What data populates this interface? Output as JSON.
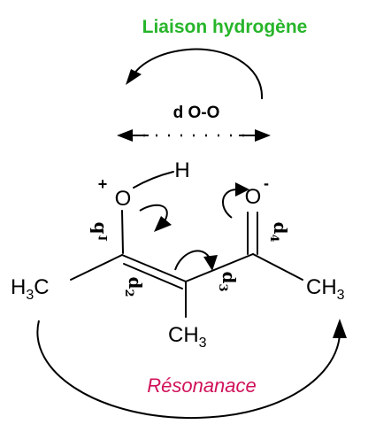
{
  "title": "Liaison hydrogène",
  "distance_label": "d O-O",
  "resonance_label": "Résonanace",
  "atoms": {
    "hydrogen": "H",
    "oxygen_left": "O",
    "oxygen_right": "O",
    "charge_plus": "+",
    "charge_minus": "-",
    "methyl_left_main": "H",
    "methyl_left_sub": "3",
    "methyl_left_c": "C",
    "methyl_right_c": "CH",
    "methyl_right_sub": "3",
    "methyl_bottom_c": "CH",
    "methyl_bottom_sub": "3"
  },
  "bond_labels": {
    "d1": {
      "letter": "d",
      "index": "1"
    },
    "d2": {
      "letter": "d",
      "index": "2"
    },
    "d3": {
      "letter": "d",
      "index": "3"
    },
    "d4": {
      "letter": "d",
      "index": "4"
    }
  }
}
